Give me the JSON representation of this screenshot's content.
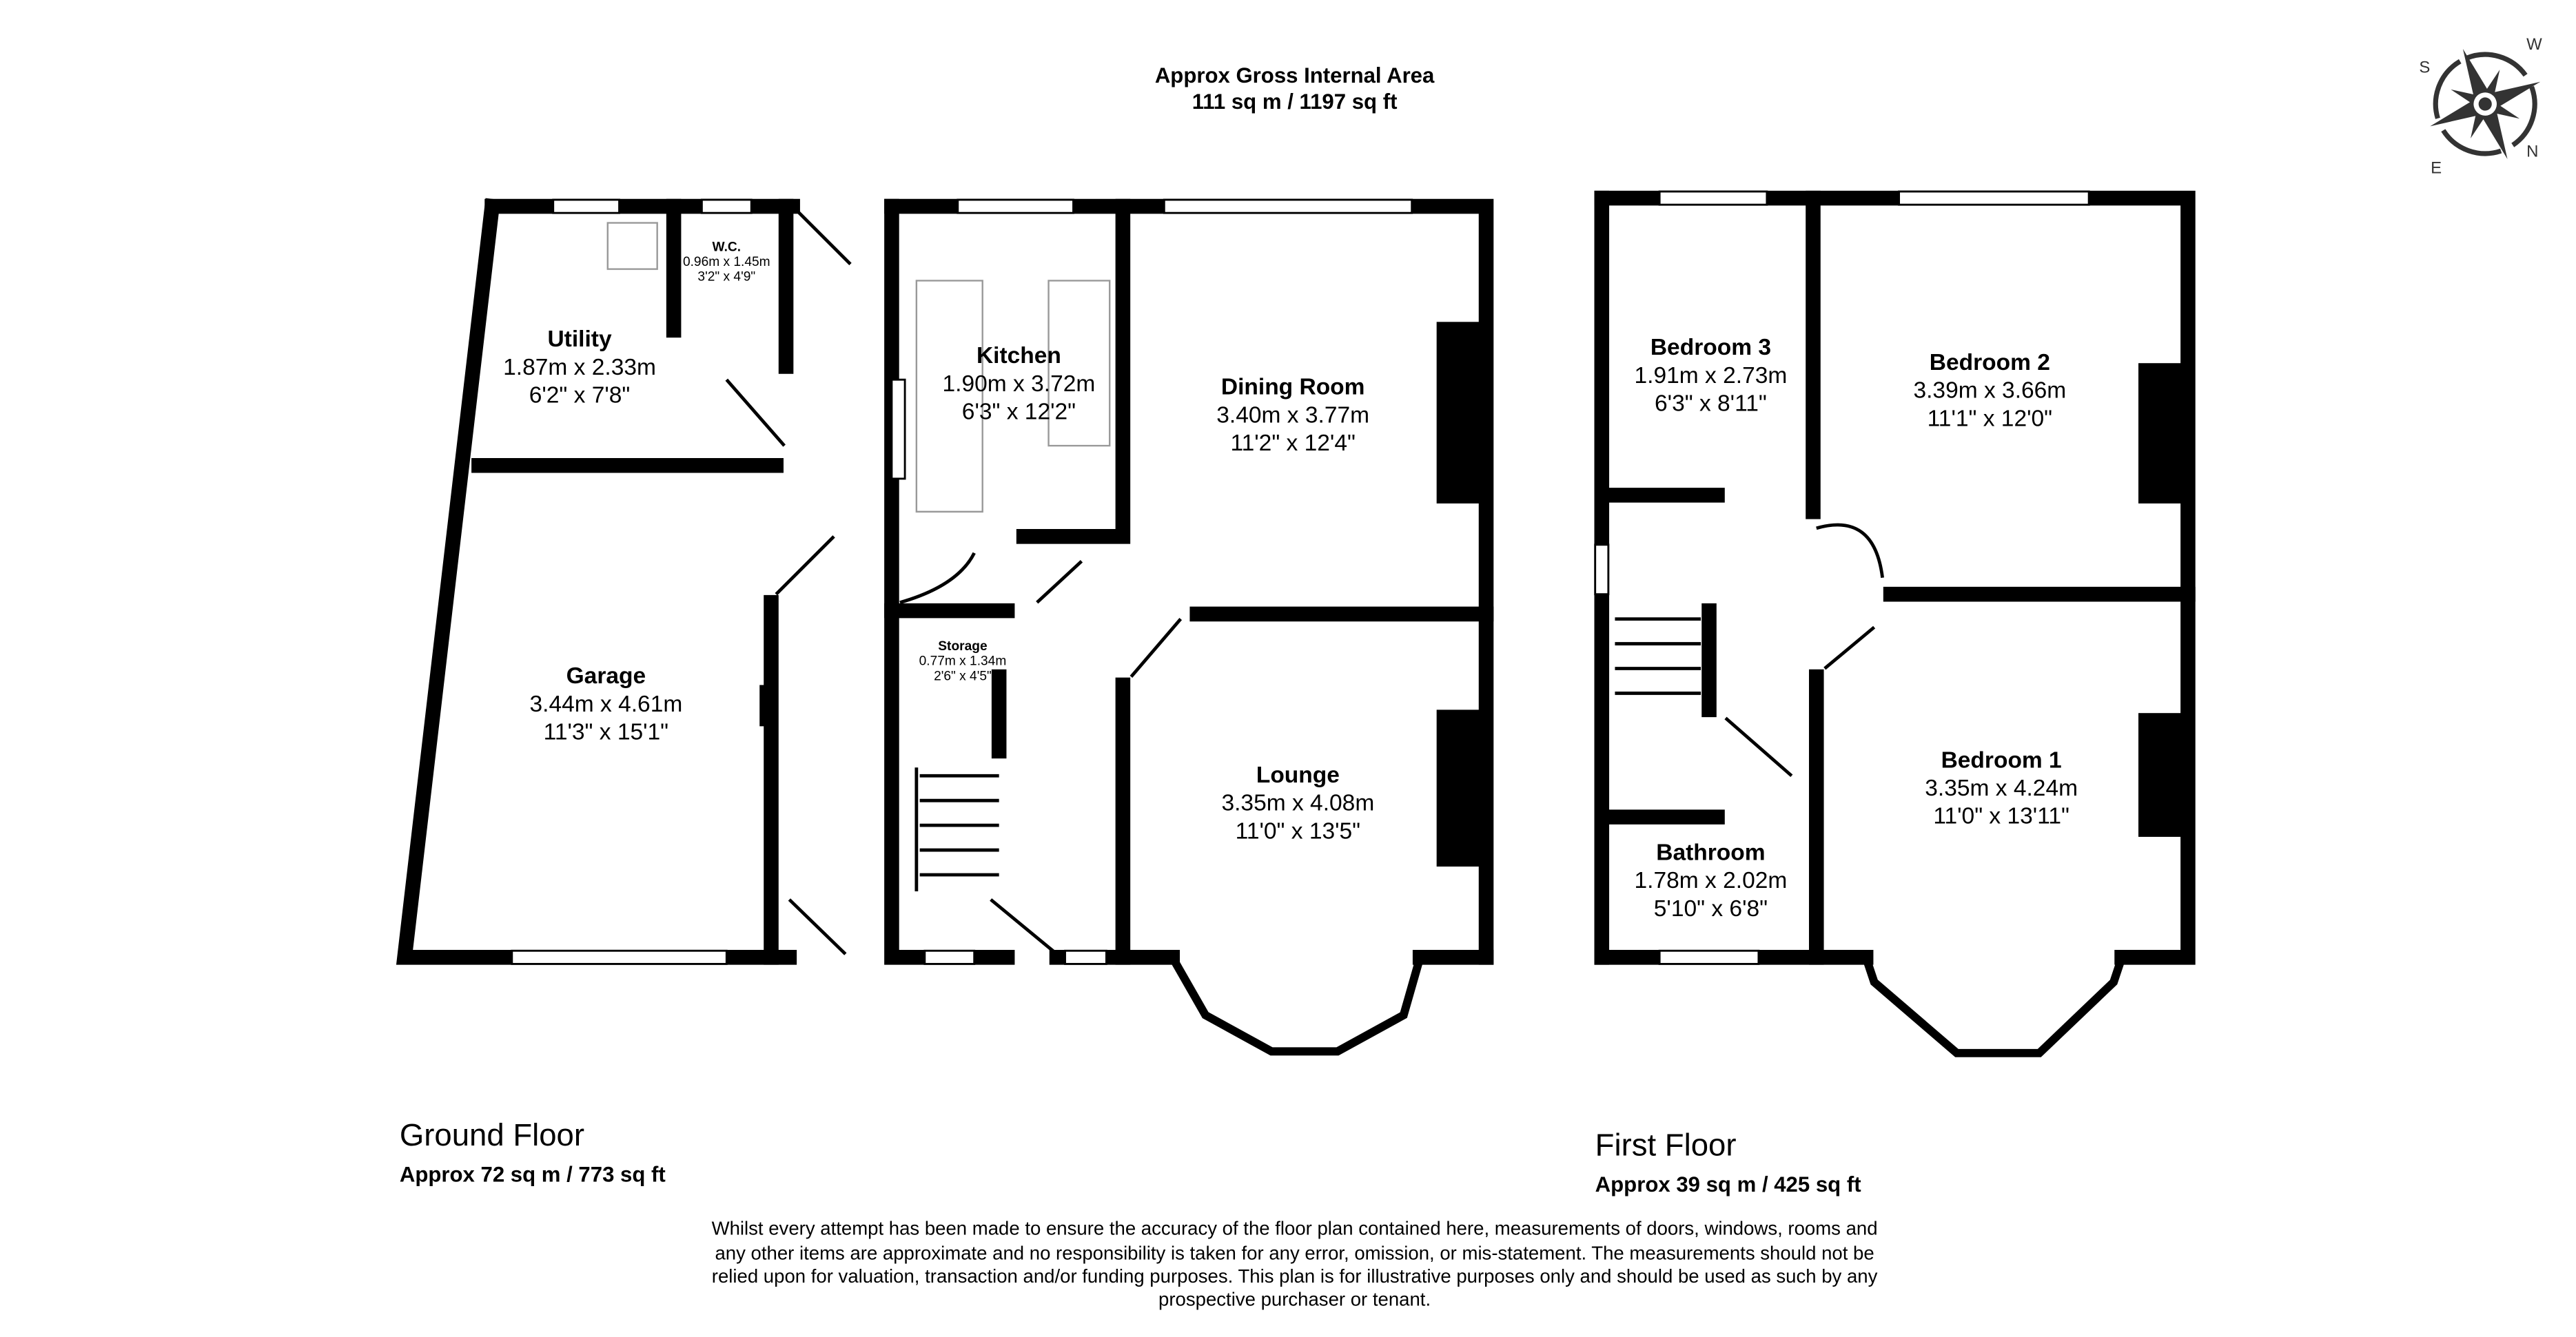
{
  "header": {
    "line1": "Approx Gross Internal Area",
    "line2": "111 sq m / 1197 sq ft"
  },
  "compass": {
    "labels": [
      "N",
      "E",
      "S",
      "W"
    ]
  },
  "ground_floor": {
    "title": "Ground Floor",
    "area": "Approx 72 sq m / 773 sq ft",
    "rooms": [
      {
        "name": "Utility",
        "metric": "1.87m x 2.33m",
        "imperial": "6'2\" x 7'8\""
      },
      {
        "name": "W.C.",
        "metric": "0.96m x 1.45m",
        "imperial": "3'2\" x 4'9\""
      },
      {
        "name": "Kitchen",
        "metric": "1.90m x 3.72m",
        "imperial": "6'3\" x 12'2\""
      },
      {
        "name": "Dining Room",
        "metric": "3.40m x 3.77m",
        "imperial": "11'2\" x 12'4\""
      },
      {
        "name": "Garage",
        "metric": "3.44m x 4.61m",
        "imperial": "11'3\" x 15'1\""
      },
      {
        "name": "Storage",
        "metric": "0.77m x 1.34m",
        "imperial": "2'6\" x 4'5\""
      },
      {
        "name": "Lounge",
        "metric": "3.35m x 4.08m",
        "imperial": "11'0\" x 13'5\""
      }
    ]
  },
  "first_floor": {
    "title": "First Floor",
    "area": "Approx 39 sq m / 425 sq ft",
    "rooms": [
      {
        "name": "Bedroom 3",
        "metric": "1.91m x 2.73m",
        "imperial": "6'3\" x 8'11\""
      },
      {
        "name": "Bedroom 2",
        "metric": "3.39m x 3.66m",
        "imperial": "11'1\" x 12'0\""
      },
      {
        "name": "Bedroom 1",
        "metric": "3.35m x 4.24m",
        "imperial": "11'0\" x 13'11\""
      },
      {
        "name": "Bathroom",
        "metric": "1.78m x 2.02m",
        "imperial": "5'10\" x 6'8\""
      }
    ]
  },
  "disclaimer": [
    "Whilst every attempt has been made to ensure the accuracy of the floor plan contained here, measurements of doors, windows, rooms and",
    "any other items are approximate and no responsibility is taken for any error, omission, or mis-statement. The measurements should not be",
    "relied upon for valuation, transaction and/or funding purposes. This plan is for illustrative purposes only and should be used as such by any",
    "prospective purchaser or tenant."
  ]
}
